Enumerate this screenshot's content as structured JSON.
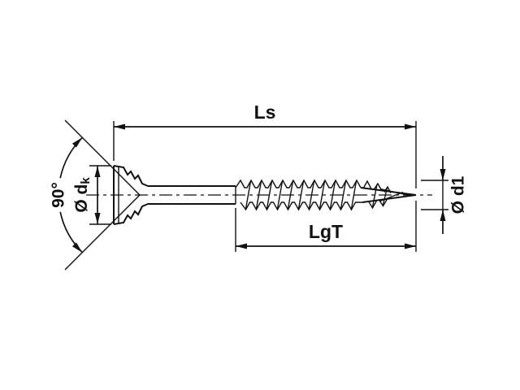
{
  "diagram": {
    "background": "#ffffff",
    "line_color": "#111111"
  },
  "labels": {
    "total_length": "Ls",
    "thread_length": "LgT",
    "thread_diameter": "Ø d1",
    "head_diameter_main": "Ø d",
    "head_diameter_sub": "k",
    "countersink_angle": "90°"
  }
}
